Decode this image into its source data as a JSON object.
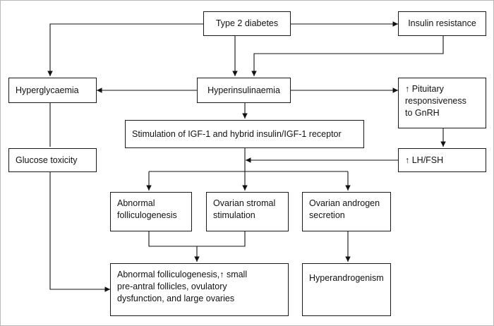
{
  "nodes": {
    "type2": "Type 2 diabetes",
    "insulin_resistance": "Insulin resistance",
    "hyperglycaemia": "Hyperglycaemia",
    "hyperinsulinaemia": "Hyperinsulinaemia",
    "pituitary": "↑ Pituitary\nresponsiveness\nto GnRH",
    "igf": "Stimulation of IGF-1 and hybrid insulin/IGF-1 receptor",
    "glucose_toxicity": "Glucose toxicity",
    "lh_fsh": "↑ LH/FSH",
    "abnormal_folliculogenesis": "Abnormal\nfolliculogenesis",
    "ovarian_stromal": "Ovarian stromal\nstimulation",
    "ovarian_androgen": "Ovarian androgen\nsecretion",
    "outcome": "Abnormal folliculogenesis,↑ small\npre-antral follicles, ovulatory\ndysfunction, and large ovaries",
    "hyperandrogenism": "Hyperandrogenism"
  }
}
